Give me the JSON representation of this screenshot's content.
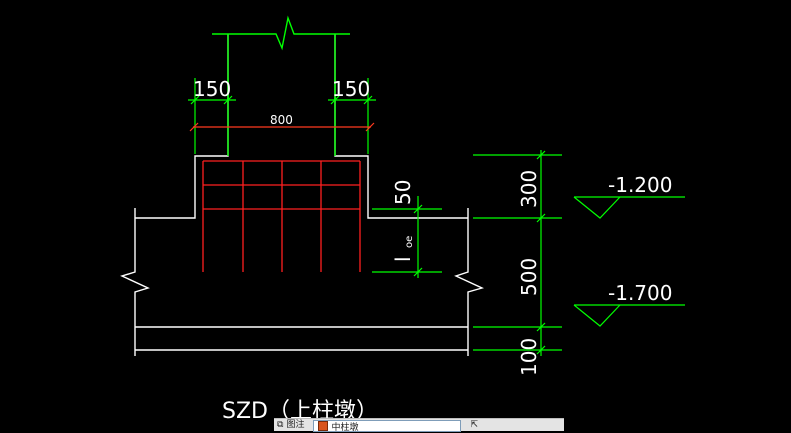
{
  "drawing": {
    "dims": {
      "left_top_width": "150",
      "right_top_width": "150",
      "overall_width": "800",
      "cover": "50",
      "anchorage": "l",
      "anchorage_sub": "oe",
      "h1": "300",
      "h2": "500",
      "h3": "100"
    },
    "elevations": {
      "upper": "-1.200",
      "lower": "-1.700"
    },
    "caption": "SZD（上柱墩）",
    "colors": {
      "outline": "#ffffff",
      "dimension": "#00ff00",
      "rebar": "#ff2020",
      "dim_red": "#ff3b1f",
      "background": "#000000"
    }
  },
  "toolbar": {
    "left_icon": "layers-icon",
    "left_label": "图注",
    "layer_label": "中柱墩",
    "right_icon": "arrow-icon"
  }
}
